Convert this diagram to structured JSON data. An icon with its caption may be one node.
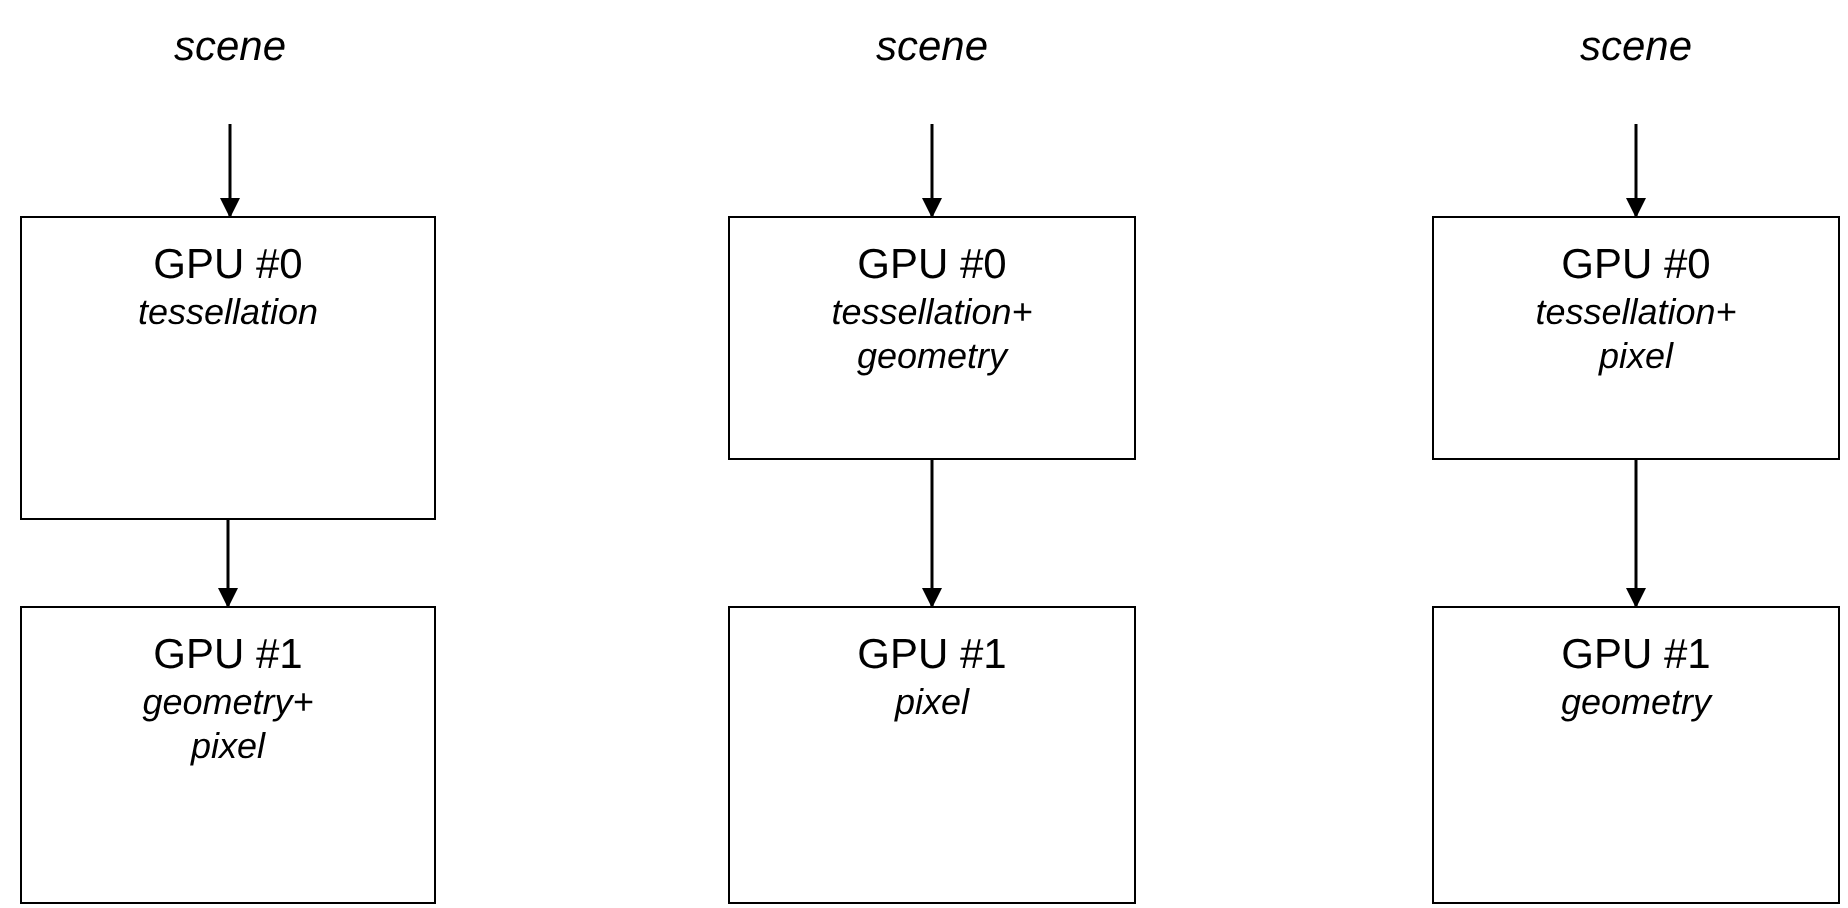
{
  "diagram": {
    "nodes": [
      {
        "text": [
          "scene"
        ]
      },
      {
        "text": [
          "scene"
        ]
      },
      {
        "text": [
          "scene"
        ]
      },
      {
        "text": [
          "GPU #0",
          "tessellation"
        ]
      },
      {
        "text": [
          "GPU #0",
          "tessellation+ geometry"
        ]
      },
      {
        "text": [
          "GPU #0",
          "tessellation+ pixel"
        ]
      },
      {
        "text": [
          "GPU #1",
          "geometry+ pixel"
        ]
      },
      {
        "text": [
          "GPU #1",
          "pixel"
        ]
      },
      {
        "text": [
          "GPU #1",
          "geometry"
        ]
      }
    ],
    "edges": [
      {
        "from": 0,
        "to": 3,
        "arrow": "to"
      },
      {
        "from": 1,
        "to": 4,
        "arrow": "to"
      },
      {
        "from": 2,
        "to": 5,
        "arrow": "to"
      },
      {
        "from": 3,
        "to": 6,
        "arrow": "to"
      },
      {
        "from": 4,
        "to": 7,
        "arrow": "to"
      },
      {
        "from": 5,
        "to": 8,
        "arrow": "to"
      }
    ]
  }
}
